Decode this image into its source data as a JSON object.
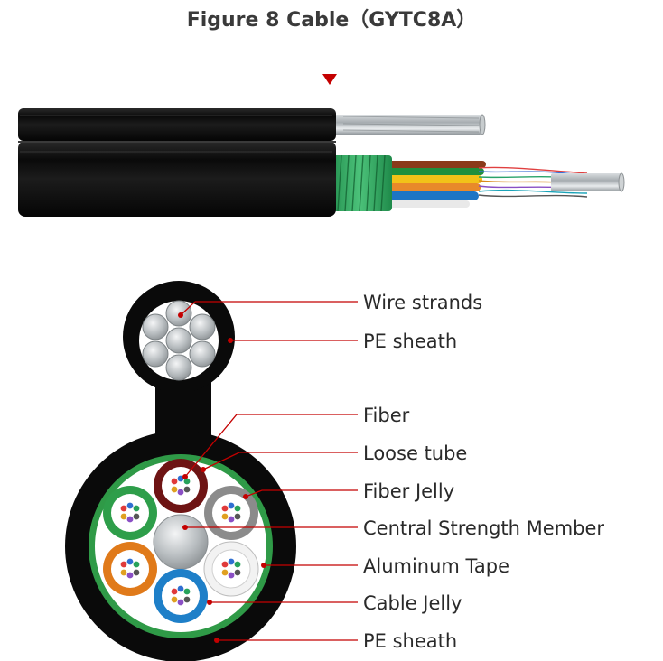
{
  "title": "Figure 8 Cable（GYTC8A）",
  "colors": {
    "leader_line": "#c40000",
    "sheath": "#0a0a0a",
    "aluminum_tape": "#2f9a47",
    "marker": "#c40000"
  },
  "labels": {
    "wire_strands": "Wire strands",
    "pe_sheath_top": "PE sheath",
    "fiber": "Fiber",
    "loose_tube": "Loose tube",
    "fiber_jelly": "Fiber Jelly",
    "central_strength_member": "Central Strength Member",
    "aluminum_tape": "Aluminum Tape",
    "cable_jelly": "Cable Jelly",
    "pe_sheath_bottom": "PE sheath"
  },
  "loose_tube_colors": [
    "#7a1515",
    "#8a8a8a",
    "#f2f2f2",
    "#1e7fc8",
    "#e07a1a",
    "#2e9e4a"
  ]
}
